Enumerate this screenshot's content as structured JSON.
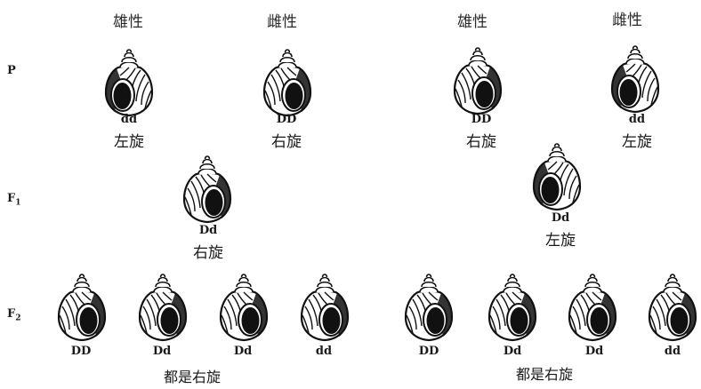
{
  "generations": {
    "p": "P",
    "f1": "F",
    "f1_sub": "1",
    "f2": "F",
    "f2_sub": "2"
  },
  "cross_left": {
    "male_label": "雄性",
    "female_label": "雌性",
    "p_male": {
      "genotype": "dd",
      "phenotype": "左旋",
      "coil": "left"
    },
    "p_female": {
      "genotype": "DD",
      "phenotype": "右旋",
      "coil": "right"
    },
    "f1": {
      "genotype": "Dd",
      "phenotype": "右旋",
      "coil": "right"
    },
    "f2": [
      {
        "genotype": "DD",
        "coil": "right"
      },
      {
        "genotype": "Dd",
        "coil": "right"
      },
      {
        "genotype": "Dd",
        "coil": "right"
      },
      {
        "genotype": "dd",
        "coil": "right"
      }
    ],
    "f2_summary": "都是右旋"
  },
  "cross_right": {
    "male_label": "雄性",
    "female_label": "雌性",
    "p_male": {
      "genotype": "DD",
      "phenotype": "右旋",
      "coil": "right"
    },
    "p_female": {
      "genotype": "dd",
      "phenotype": "左旋",
      "coil": "left"
    },
    "f1": {
      "genotype": "Dd",
      "phenotype": "左旋",
      "coil": "left"
    },
    "f2": [
      {
        "genotype": "DD",
        "coil": "right"
      },
      {
        "genotype": "Dd",
        "coil": "right"
      },
      {
        "genotype": "Dd",
        "coil": "right"
      },
      {
        "genotype": "dd",
        "coil": "right"
      }
    ],
    "f2_summary": "都是右旋"
  },
  "colors": {
    "ink": "#111111",
    "shell_fill": "#ffffff"
  }
}
